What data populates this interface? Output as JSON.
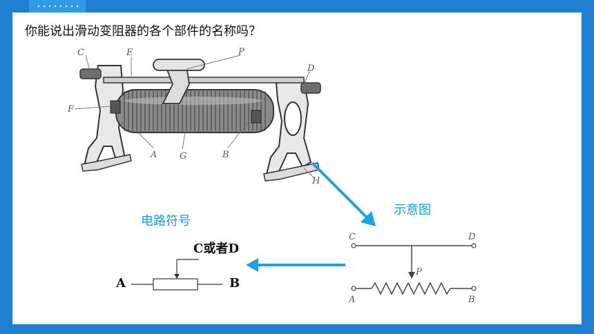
{
  "question": "你能说出滑动变阻器的各个部件的名称吗？",
  "schematic_title": "示意图",
  "symbol_title": "电路符号",
  "symbol": {
    "top_label": "C或者D",
    "left_label": "A",
    "right_label": "B"
  },
  "photo_labels": {
    "c": "C",
    "e": "E",
    "p": "P",
    "d": "D",
    "f": "F",
    "a": "A",
    "g": "G",
    "b": "B",
    "h": "H"
  },
  "schematic_labels": {
    "c": "C",
    "d": "D",
    "p": "P",
    "a": "A",
    "b": "B"
  },
  "colors": {
    "frame": "#1f7fd1",
    "accent": "#1a9ad6"
  }
}
